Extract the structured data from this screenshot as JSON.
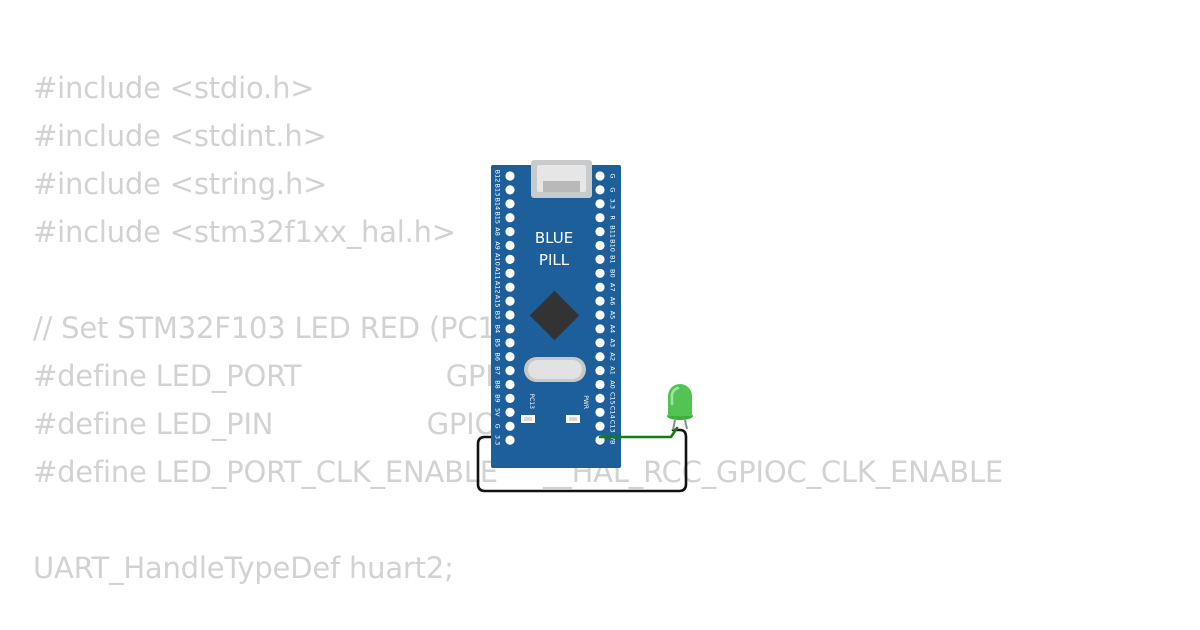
{
  "code": {
    "lines": [
      "#include <stdio.h>",
      "#include <stdint.h>",
      "#include <string.h>",
      "#include <stm32f1xx_hal.h>",
      "",
      "// Set STM32F103 LED RED (PC13)",
      "#define LED_PORT                GPIOC",
      "#define LED_PIN                 GPIO_PIN_13",
      "#define LED_PORT_CLK_ENABLE     __HAL_RCC_GPIOC_CLK_ENABLE",
      "",
      "UART_HandleTypeDef huart2;"
    ]
  },
  "board": {
    "name_line1": "BLUE",
    "name_line2": "PILL",
    "pc13_label": "PC13",
    "pwr_label": "PWR",
    "left_pins": [
      "B12",
      "B13",
      "B14",
      "B15",
      "A8",
      "A9",
      "A10",
      "A11",
      "A12",
      "A15",
      "B3",
      "B4",
      "B5",
      "B6",
      "B7",
      "B8",
      "B9",
      "5V",
      "G",
      "3.3"
    ],
    "right_pins": [
      "G",
      "G",
      "3.3",
      "R",
      "B11",
      "B10",
      "B1",
      "B0",
      "A7",
      "A6",
      "A5",
      "A4",
      "A3",
      "A2",
      "A1",
      "A0",
      "C15",
      "C14",
      "C13",
      "VB"
    ],
    "pcb_color": "#1d5f9a",
    "chip_color": "#333333"
  },
  "led": {
    "color": "green",
    "body_color": "#53c453"
  },
  "wires": {
    "signal_color": "#137d13",
    "ground_color": "#111111"
  }
}
